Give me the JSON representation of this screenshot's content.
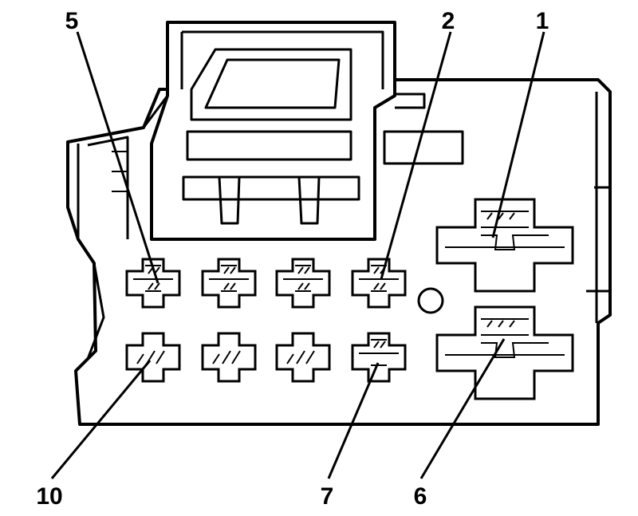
{
  "diagram": {
    "callouts": [
      {
        "id": "c5",
        "label": "5"
      },
      {
        "id": "c2",
        "label": "2"
      },
      {
        "id": "c1",
        "label": "1"
      },
      {
        "id": "c10",
        "label": "10"
      },
      {
        "id": "c7",
        "label": "7"
      },
      {
        "id": "c6",
        "label": "6"
      }
    ]
  }
}
